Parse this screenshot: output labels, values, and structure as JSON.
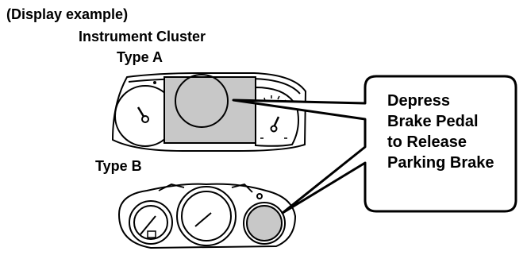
{
  "labels": {
    "display_example": "(Display example)",
    "instrument_cluster": "Instrument Cluster",
    "type_a": "Type A",
    "type_b": "Type B"
  },
  "callout": {
    "lines": [
      "Depress",
      "Brake Pedal",
      "to Release",
      "Parking Brake"
    ]
  },
  "colors": {
    "highlight_fill": "#c8c8c8",
    "stroke": "#000000"
  }
}
